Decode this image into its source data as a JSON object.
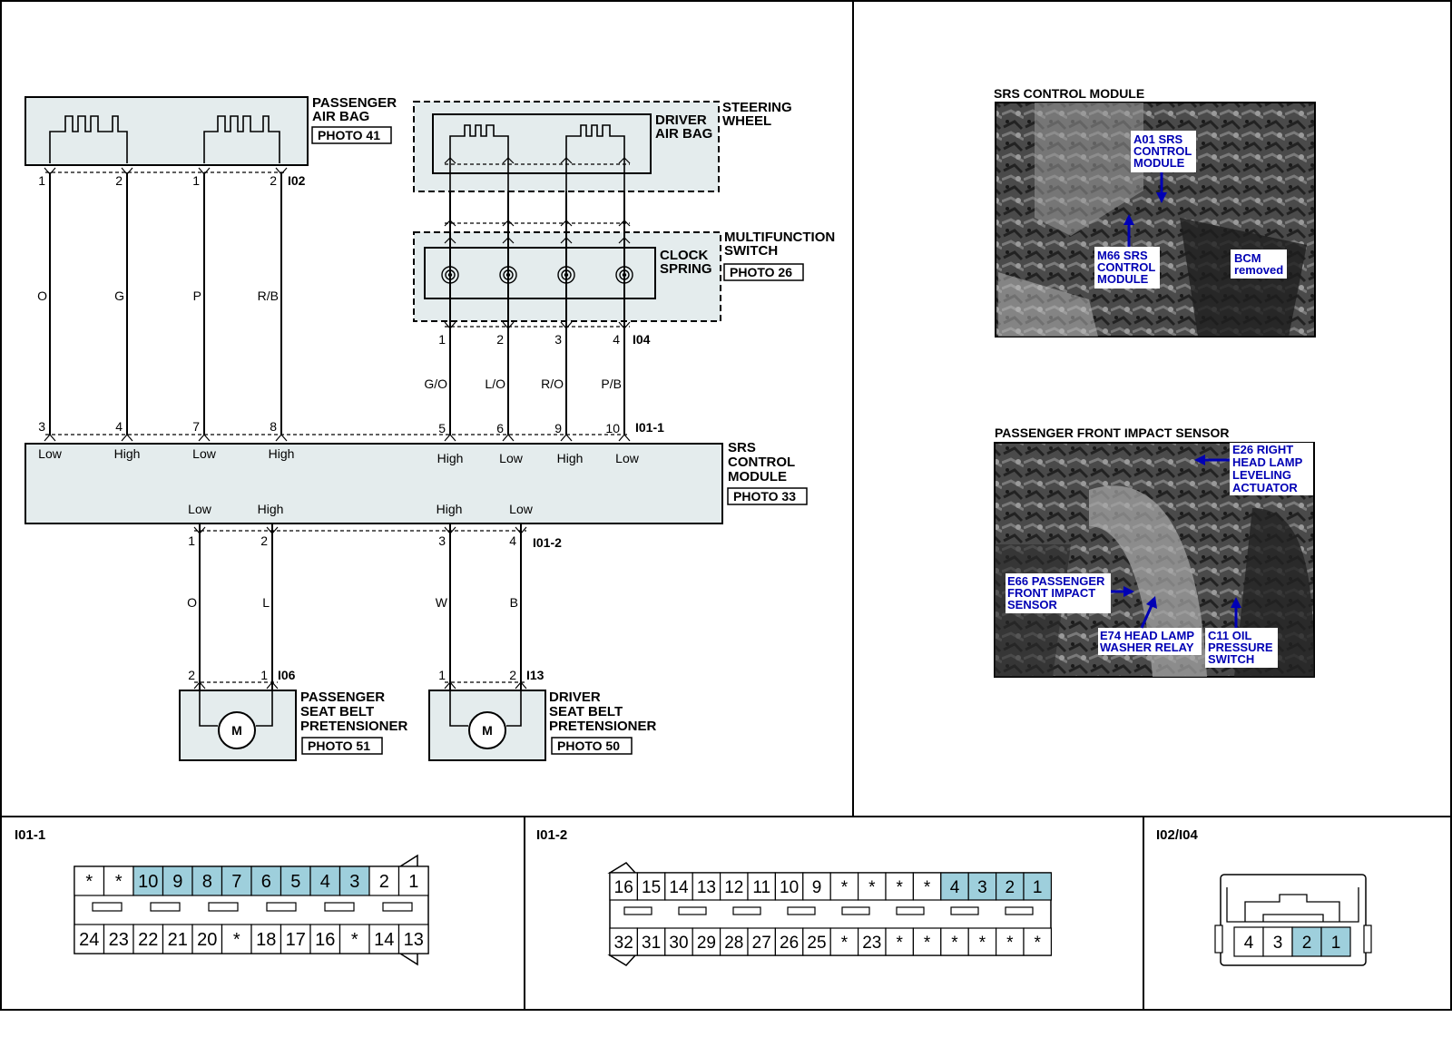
{
  "diagram": {
    "components": {
      "passenger_air_bag": {
        "name_line1": "PASSENGER",
        "name_line2": "AIR BAG",
        "photo": "PHOTO 41"
      },
      "driver_air_bag": {
        "name_line1": "DRIVER",
        "name_line2": "AIR BAG"
      },
      "steering_wheel": {
        "name_line1": "STEERING",
        "name_line2": "WHEEL"
      },
      "clock_spring": {
        "name_line1": "CLOCK",
        "name_line2": "SPRING"
      },
      "multifunction_switch": {
        "name_line1": "MULTIFUNCTION",
        "name_line2": "SWITCH",
        "photo": "PHOTO 26"
      },
      "srs_control_module": {
        "name_line1": "SRS",
        "name_line2": "CONTROL",
        "name_line3": "MODULE",
        "photo": "PHOTO 33"
      },
      "passenger_seat_belt_pretensioner": {
        "name_line1": "PASSENGER",
        "name_line2": "SEAT BELT",
        "name_line3": "PRETENSIONER",
        "photo": "PHOTO 51",
        "motor": "M"
      },
      "driver_seat_belt_pretensioner": {
        "name_line1": "DRIVER",
        "name_line2": "SEAT BELT",
        "name_line3": "PRETENSIONER",
        "photo": "PHOTO 50",
        "motor": "M"
      }
    },
    "connectors": {
      "i02": {
        "id": "I02",
        "pins": [
          "1",
          "2",
          "1",
          "2"
        ]
      },
      "i04": {
        "id": "I04",
        "pins": [
          "1",
          "2",
          "3",
          "4"
        ]
      },
      "i01_1": {
        "id": "I01-1",
        "pins_left": [
          "3",
          "4",
          "7",
          "8"
        ],
        "pins_right": [
          "5",
          "6",
          "9",
          "10"
        ]
      },
      "i01_2": {
        "id": "I01-2",
        "pins": [
          "1",
          "2",
          "3",
          "4"
        ]
      },
      "i06": {
        "id": "I06",
        "pins": [
          "2",
          "1"
        ]
      },
      "i13": {
        "id": "I13",
        "pins": [
          "1",
          "2"
        ]
      }
    },
    "wires": {
      "passenger_air_bag": [
        "O",
        "G",
        "P",
        "R/B"
      ],
      "clock_spring": [
        "G/O",
        "L/O",
        "R/O",
        "P/B"
      ],
      "passenger_pretensioner": [
        "O",
        "L"
      ],
      "driver_pretensioner": [
        "W",
        "B"
      ]
    },
    "module_labels": {
      "top_left": [
        "Low",
        "High",
        "Low",
        "High"
      ],
      "top_right": [
        "High",
        "Low",
        "High",
        "Low"
      ],
      "bottom": [
        "Low",
        "High",
        "High",
        "Low"
      ]
    }
  },
  "photos": {
    "srs_control_module": {
      "title": "SRS CONTROL MODULE",
      "callout_a01": [
        "A01 SRS",
        "CONTROL",
        "MODULE"
      ],
      "callout_m66": [
        "M66 SRS",
        "CONTROL",
        "MODULE"
      ],
      "callout_bcm": [
        "BCM",
        "removed"
      ]
    },
    "passenger_front_impact_sensor": {
      "title": "PASSENGER FRONT IMPACT SENSOR",
      "callout_e26": [
        "E26 RIGHT",
        "HEAD LAMP",
        "LEVELING",
        "ACTUATOR"
      ],
      "callout_e66": [
        "E66 PASSENGER",
        "FRONT IMPACT",
        "SENSOR"
      ],
      "callout_e74": [
        "E74 HEAD LAMP",
        "WASHER RELAY"
      ],
      "callout_c11": [
        "C11 OIL",
        "PRESSURE",
        "SWITCH"
      ]
    }
  },
  "connector_views": {
    "i01_1": {
      "title": "I01-1",
      "top_row": [
        "*",
        "*",
        "10",
        "9",
        "8",
        "7",
        "6",
        "5",
        "4",
        "3",
        "2",
        "1"
      ],
      "bottom_row": [
        "24",
        "23",
        "22",
        "21",
        "20",
        "*",
        "18",
        "17",
        "16",
        "*",
        "14",
        "13"
      ]
    },
    "i01_2": {
      "title": "I01-2",
      "top_row": [
        "16",
        "15",
        "14",
        "13",
        "12",
        "11",
        "10",
        "9",
        "*",
        "*",
        "*",
        "*",
        "4",
        "3",
        "2",
        "1"
      ],
      "bottom_row": [
        "32",
        "31",
        "30",
        "29",
        "28",
        "27",
        "26",
        "25",
        "*",
        "23",
        "*",
        "*",
        "*",
        "*",
        "*",
        "*"
      ]
    },
    "i02_i04": {
      "title": "I02/I04",
      "row": [
        "4",
        "3",
        "2",
        "1"
      ]
    }
  },
  "colors": {
    "component_fill": "#e4eced",
    "pin_highlight": "#9ecfdc",
    "callout_text": "#0000b4"
  }
}
